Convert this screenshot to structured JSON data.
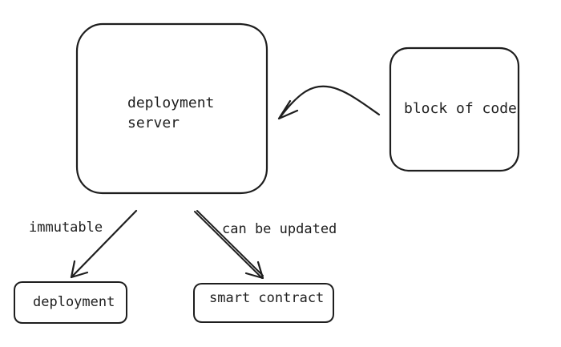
{
  "nodes": {
    "deployment_server": {
      "line1": "deployment",
      "line2": "server"
    },
    "block_of_code": {
      "label": "block of code"
    },
    "deployment": {
      "label": "deployment"
    },
    "smart_contract": {
      "label": "smart contract"
    }
  },
  "edges": {
    "immutable": {
      "label": "immutable"
    },
    "can_be_updated": {
      "label": "can be updated"
    }
  },
  "colors": {
    "stroke": "#1e1e1e",
    "background": "#ffffff"
  }
}
